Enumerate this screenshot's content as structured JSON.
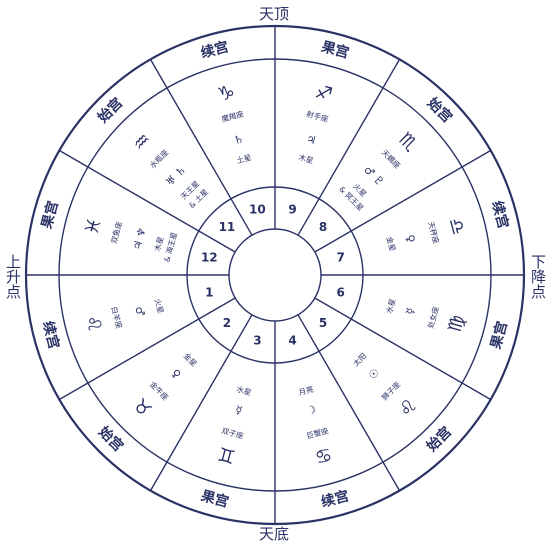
{
  "axes": {
    "top": "天顶",
    "bottom": "天底",
    "left": "上升点",
    "right": "下降点"
  },
  "quadrants": [
    "果宫",
    "续宫",
    "始宫",
    "果宫",
    "续宫",
    "始宫",
    "果宫",
    "续宫",
    "始宫",
    "果宫",
    "续宫",
    "始宫"
  ],
  "houses": [
    {
      "number": "1",
      "sign_symbol": "♌",
      "sign": "白羊座",
      "planet_symbol": "♂",
      "planet": "火星"
    },
    {
      "number": "2",
      "sign_symbol": "♉",
      "sign": "金牛座",
      "planet_symbol": "♀",
      "planet": "金星"
    },
    {
      "number": "3",
      "sign_symbol": "♊",
      "sign": "双子座",
      "planet_symbol": "☿",
      "planet": "水星"
    },
    {
      "number": "4",
      "sign_symbol": "♋",
      "sign": "巨蟹座",
      "planet_symbol": "☽",
      "planet": "月亮"
    },
    {
      "number": "5",
      "sign_symbol": "♌",
      "sign": "狮子座",
      "planet_symbol": "☉",
      "planet": "太阳"
    },
    {
      "number": "6",
      "sign_symbol": "♍",
      "sign": "处女座",
      "planet_symbol": "☿",
      "planet": "水星"
    },
    {
      "number": "7",
      "sign_symbol": "♎",
      "sign": "天秤座",
      "planet_symbol": "♀",
      "planet": "金星"
    },
    {
      "number": "8",
      "sign_symbol": "♏",
      "sign": "天蝎座",
      "planet_symbol": "♂ ♇",
      "planet": "火星",
      "planet2": "& 冥王星"
    },
    {
      "number": "9",
      "sign_symbol": "♐",
      "sign": "射手座",
      "planet_symbol": "♃",
      "planet": "木星"
    },
    {
      "number": "10",
      "sign_symbol": "♑",
      "sign": "魔羯座",
      "planet_symbol": "♄",
      "planet": "土星"
    },
    {
      "number": "11",
      "sign_symbol": "♒",
      "sign": "水瓶座",
      "planet_symbol": "♅ ♄",
      "planet": "天王星",
      "planet2": "& 土星"
    },
    {
      "number": "12",
      "sign_symbol": "♓",
      "sign": "双鱼座",
      "planet_symbol": "♃ ♆",
      "planet": "木星",
      "planet2": "& 海王星"
    }
  ]
}
